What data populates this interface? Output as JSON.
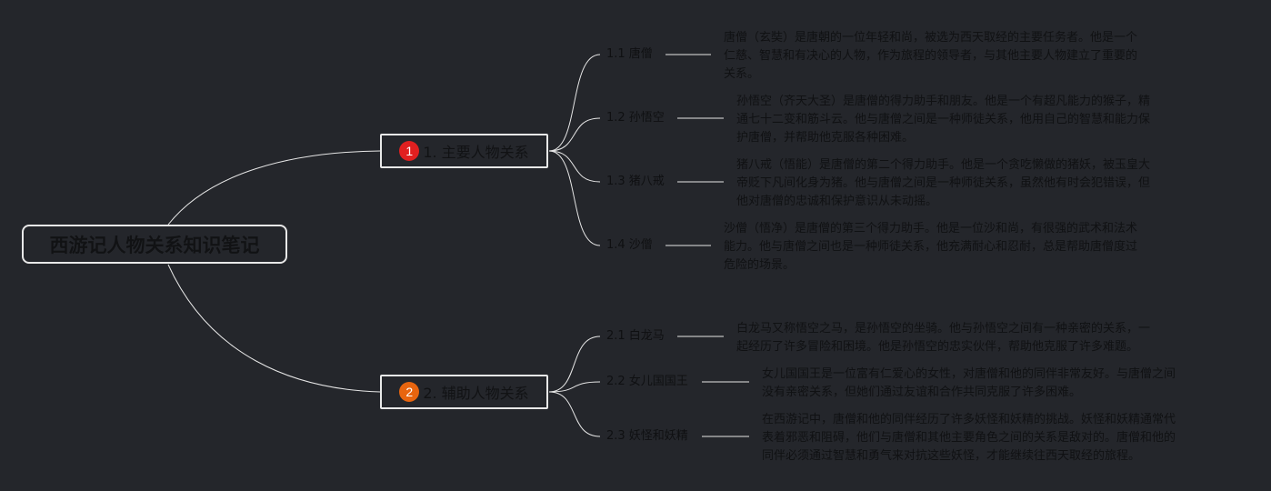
{
  "root": {
    "title": "西游记人物关系知识笔记"
  },
  "branches": [
    {
      "badge": "1",
      "badge_color": "#e02020",
      "label": "1. 主要人物关系",
      "items": [
        {
          "label": "1.1 唐僧",
          "note": "唐僧（玄奘）是唐朝的一位年轻和尚，被选为西天取经的主要任务者。他是一个\n仁慈、智慧和有决心的人物，作为旅程的领导者，与其他主要人物建立了重要的\n关系。"
        },
        {
          "label": "1.2 孙悟空",
          "note": "孙悟空（齐天大圣）是唐僧的得力助手和朋友。他是一个有超凡能力的猴子，精\n通七十二变和筋斗云。他与唐僧之间是一种师徒关系，他用自己的智慧和能力保\n护唐僧，并帮助他克服各种困难。"
        },
        {
          "label": "1.3 猪八戒",
          "note": "猪八戒（悟能）是唐僧的第二个得力助手。他是一个贪吃懒做的猪妖，被玉皇大\n帝贬下凡间化身为猪。他与唐僧之间是一种师徒关系，虽然他有时会犯错误，但\n他对唐僧的忠诚和保护意识从未动摇。"
        },
        {
          "label": "1.4 沙僧",
          "note": "沙僧（悟净）是唐僧的第三个得力助手。他是一位沙和尚，有很强的武术和法术\n能力。他与唐僧之间也是一种师徒关系，他充满耐心和忍耐，总是帮助唐僧度过\n危险的场景。"
        }
      ]
    },
    {
      "badge": "2",
      "badge_color": "#e8650f",
      "label": "2. 辅助人物关系",
      "items": [
        {
          "label": "2.1 白龙马",
          "note": "白龙马又称悟空之马，是孙悟空的坐骑。他与孙悟空之间有一种亲密的关系，一\n起经历了许多冒险和困境。他是孙悟空的忠实伙伴，帮助他克服了许多难题。"
        },
        {
          "label": "2.2 女儿国国王",
          "note": "女儿国国王是一位富有仁爱心的女性，对唐僧和他的同伴非常友好。与唐僧之间\n没有亲密关系，但她们通过友谊和合作共同克服了许多困难。"
        },
        {
          "label": "2.3 妖怪和妖精",
          "note": "在西游记中，唐僧和他的同伴经历了许多妖怪和妖精的挑战。妖怪和妖精通常代\n表着邪恶和阻碍，他们与唐僧和其他主要角色之间的关系是敌对的。唐僧和他的\n同伴必须通过智慧和勇气来对抗这些妖怪，才能继续往西天取经的旅程。"
        }
      ]
    }
  ]
}
